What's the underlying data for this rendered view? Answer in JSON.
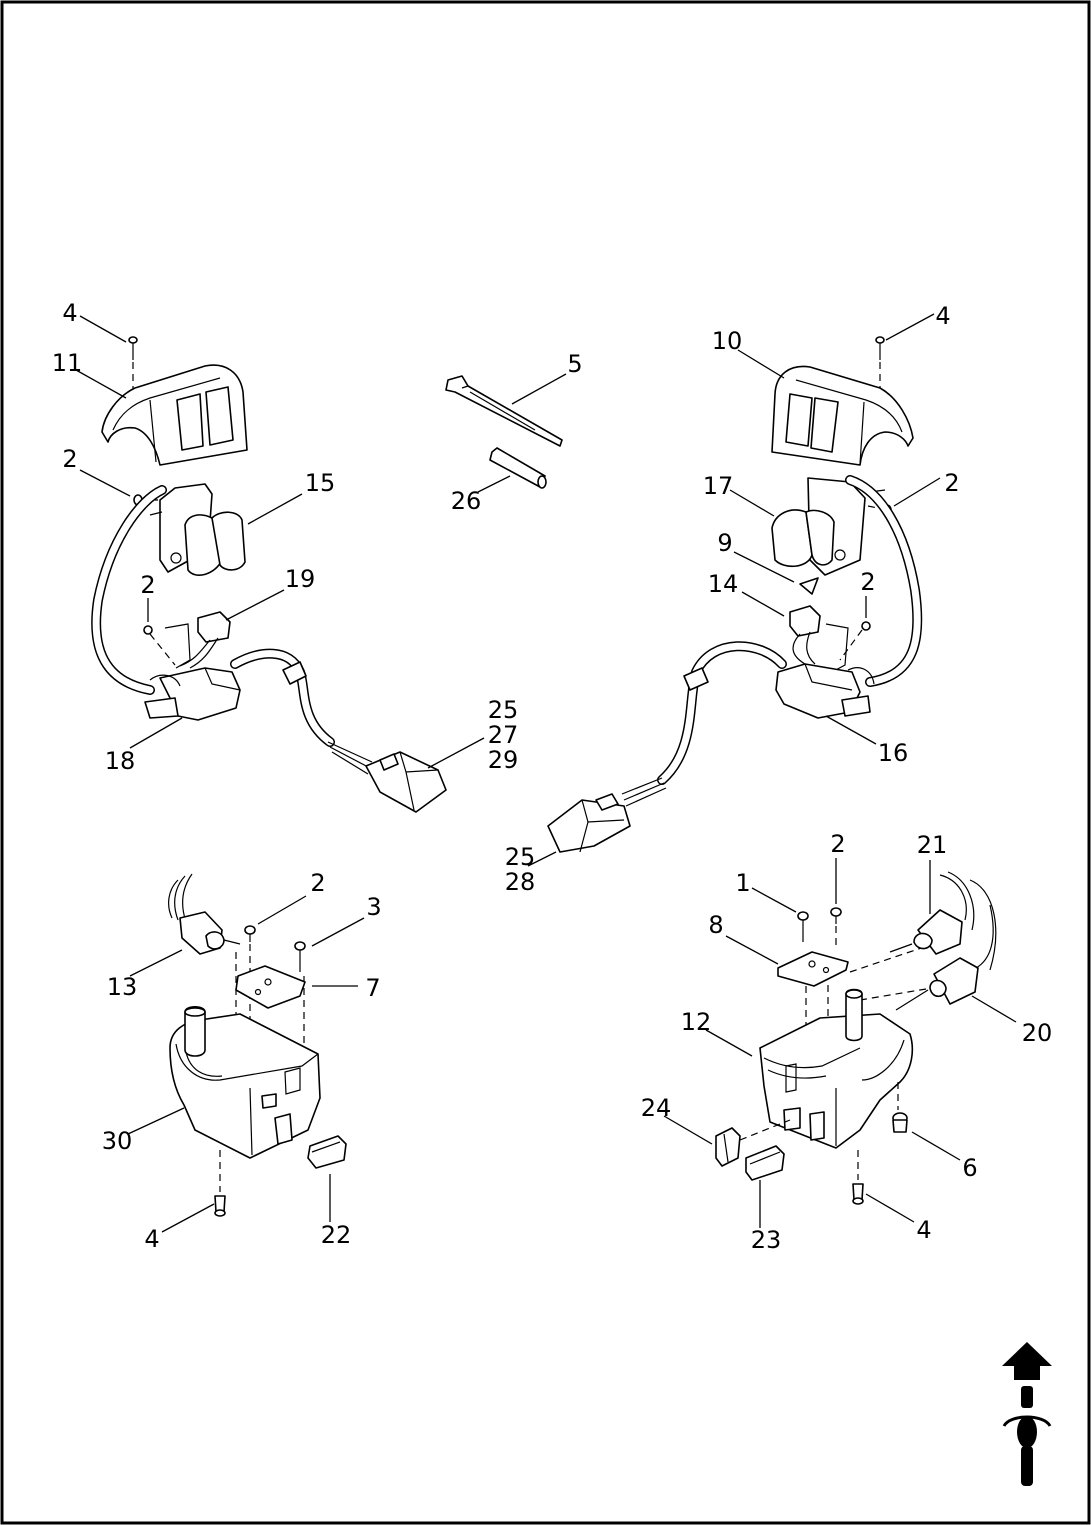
{
  "callouts": [
    {
      "id": "c1",
      "text": "4"
    },
    {
      "id": "c2",
      "text": "11"
    },
    {
      "id": "c3",
      "text": "2"
    },
    {
      "id": "c4",
      "text": "15"
    },
    {
      "id": "c5",
      "text": "2"
    },
    {
      "id": "c6",
      "text": "19"
    },
    {
      "id": "c7",
      "text": "18"
    },
    {
      "id": "c8",
      "text": "5"
    },
    {
      "id": "c9",
      "text": "26"
    },
    {
      "id": "c10",
      "text": "25"
    },
    {
      "id": "c11",
      "text": "27"
    },
    {
      "id": "c12",
      "text": "29"
    },
    {
      "id": "c13",
      "text": "10"
    },
    {
      "id": "c14",
      "text": "4"
    },
    {
      "id": "c15",
      "text": "17"
    },
    {
      "id": "c16",
      "text": "2"
    },
    {
      "id": "c17",
      "text": "9"
    },
    {
      "id": "c18",
      "text": "14"
    },
    {
      "id": "c19",
      "text": "2"
    },
    {
      "id": "c20",
      "text": "16"
    },
    {
      "id": "c21",
      "text": "25"
    },
    {
      "id": "c22",
      "text": "28"
    },
    {
      "id": "c23",
      "text": "2"
    },
    {
      "id": "c24",
      "text": "3"
    },
    {
      "id": "c25",
      "text": "13"
    },
    {
      "id": "c26",
      "text": "7"
    },
    {
      "id": "c27",
      "text": "30"
    },
    {
      "id": "c28",
      "text": "4"
    },
    {
      "id": "c29",
      "text": "22"
    },
    {
      "id": "c30",
      "text": "2"
    },
    {
      "id": "c31",
      "text": "21"
    },
    {
      "id": "c32",
      "text": "1"
    },
    {
      "id": "c33",
      "text": "8"
    },
    {
      "id": "c34",
      "text": "12"
    },
    {
      "id": "c35",
      "text": "20"
    },
    {
      "id": "c36",
      "text": "24"
    },
    {
      "id": "c37",
      "text": "6"
    },
    {
      "id": "c38",
      "text": "23"
    },
    {
      "id": "c39",
      "text": "4"
    }
  ]
}
